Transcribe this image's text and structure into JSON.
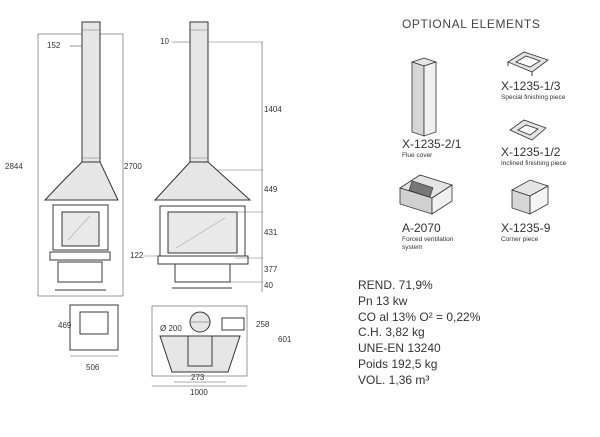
{
  "front_view": {
    "dims": {
      "top_offset": "152",
      "total_height": "2844",
      "body_height": "2700"
    }
  },
  "side_view": {
    "dims": {
      "top_offset": "10",
      "flue": "1404",
      "hood": "449",
      "firebox": "431",
      "base": "377",
      "foot": "40",
      "ledge": "122"
    }
  },
  "base_view": {
    "dims": {
      "depth": "469",
      "width": "506"
    }
  },
  "plan_view": {
    "dims": {
      "flue_dia": "Ø 200",
      "offset": "258",
      "depth": "601",
      "inner": "273",
      "width": "1000"
    }
  },
  "optional": {
    "title": "OPTIONAL ELEMENTS",
    "items": [
      {
        "code": "X-1235-2/1",
        "desc": "Flue cover"
      },
      {
        "code": "X-1235-1/3",
        "desc": "Special finishing piece"
      },
      {
        "code": "X-1235-1/2",
        "desc": "Inclined finishing piece"
      },
      {
        "code": "A-2070",
        "desc": "Forced ventilation\nsystem"
      },
      {
        "code": "X-1235-9",
        "desc": "Corner piece"
      }
    ]
  },
  "specs": [
    "REND. 71,9%",
    "Pn 13 kw",
    "CO al 13% O² = 0,22%",
    "C.H. 3,82 kg",
    "UNE-EN 13240",
    "Poids 192,5 kg",
    "VOL. 1,36 m³"
  ]
}
